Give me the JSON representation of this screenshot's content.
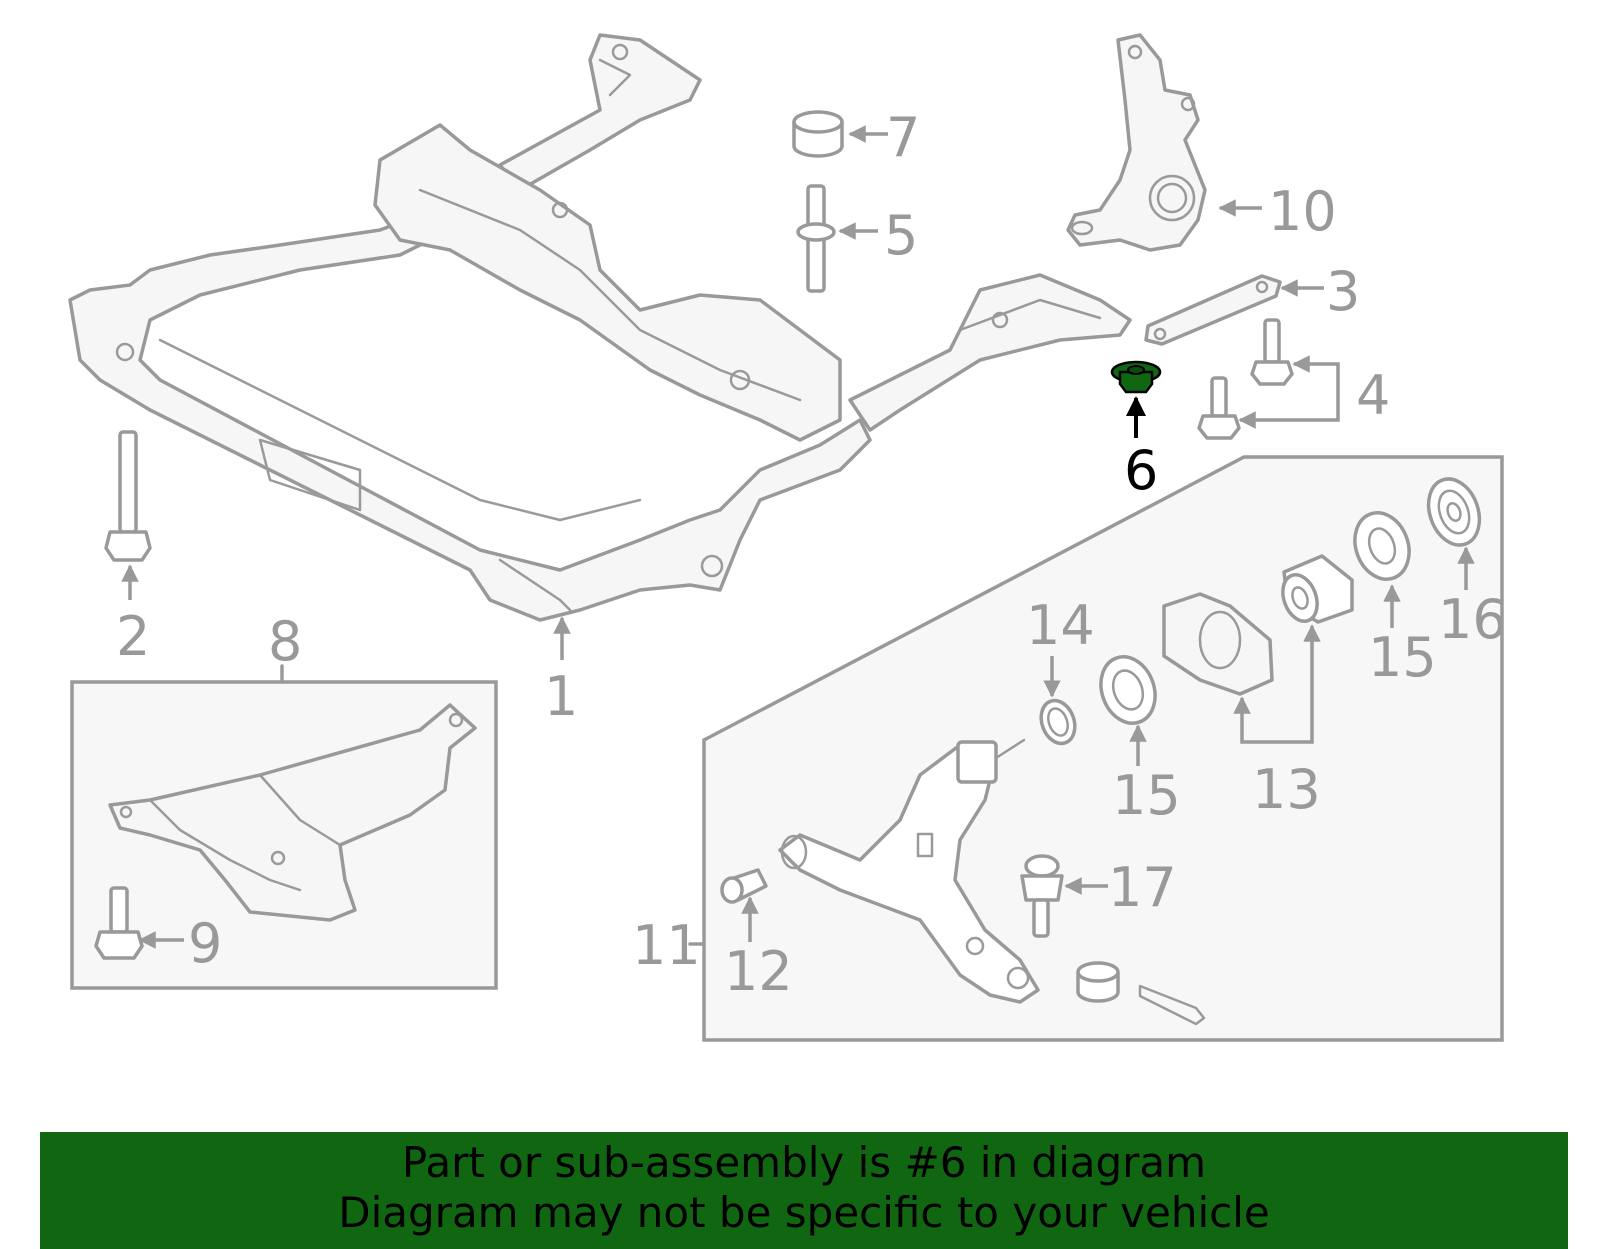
{
  "callouts": {
    "c1": "1",
    "c2": "2",
    "c3": "3",
    "c4": "4",
    "c5": "5",
    "c6": "6",
    "c7": "7",
    "c8": "8",
    "c9": "9",
    "c10": "10",
    "c11": "11",
    "c12": "12",
    "c13": "13",
    "c14": "14",
    "c15a": "15",
    "c15b": "15",
    "c16": "16",
    "c17": "17"
  },
  "highlighted_part": "6",
  "colors": {
    "highlight_part": "#116611",
    "banner_background": "#116611",
    "line_gray": "#999999",
    "highlight_text": "#000000"
  },
  "banner": {
    "line1": "Part or sub-assembly is #6 in diagram",
    "line2": "Diagram may not be specific to your vehicle"
  }
}
